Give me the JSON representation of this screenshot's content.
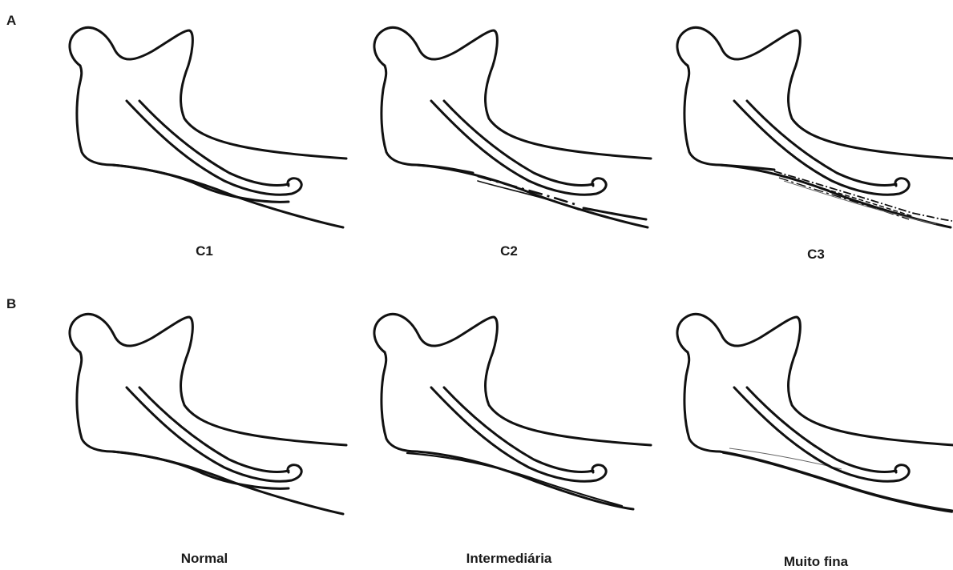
{
  "rows": [
    {
      "letter": "A",
      "labels": [
        "C1",
        "C2",
        "C3"
      ]
    },
    {
      "letter": "B",
      "labels": [
        "Normal",
        "Intermediária",
        "Muito fina"
      ]
    }
  ]
}
